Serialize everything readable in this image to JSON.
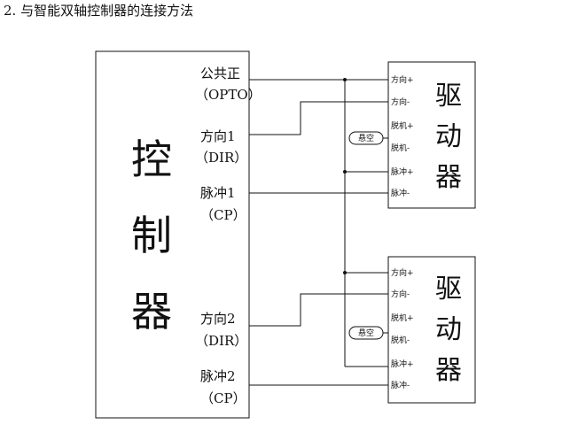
{
  "heading": "2. 与智能双轴控制器的连接方法",
  "controller": {
    "label_chars": [
      "控",
      "制",
      "器"
    ],
    "signals": [
      {
        "name": "公共正",
        "code": "（OPTO）"
      },
      {
        "name": "方向1",
        "code": "（DIR）"
      },
      {
        "name": "脉冲1",
        "code": "（CP）"
      },
      {
        "name": "方向2",
        "code": "（DIR）"
      },
      {
        "name": "脉冲2",
        "code": "（CP）"
      }
    ]
  },
  "drivers": [
    {
      "label_chars": [
        "驱",
        "动",
        "器"
      ],
      "pins": [
        "方向+",
        "方向-",
        "脱机+",
        "脱机-",
        "脉冲+",
        "脉冲-"
      ],
      "offline_tag": "悬空"
    },
    {
      "label_chars": [
        "驱",
        "动",
        "器"
      ],
      "pins": [
        "方向+",
        "方向-",
        "脱机+",
        "脱机-",
        "脉冲+",
        "脉冲-"
      ],
      "offline_tag": "悬空"
    }
  ]
}
